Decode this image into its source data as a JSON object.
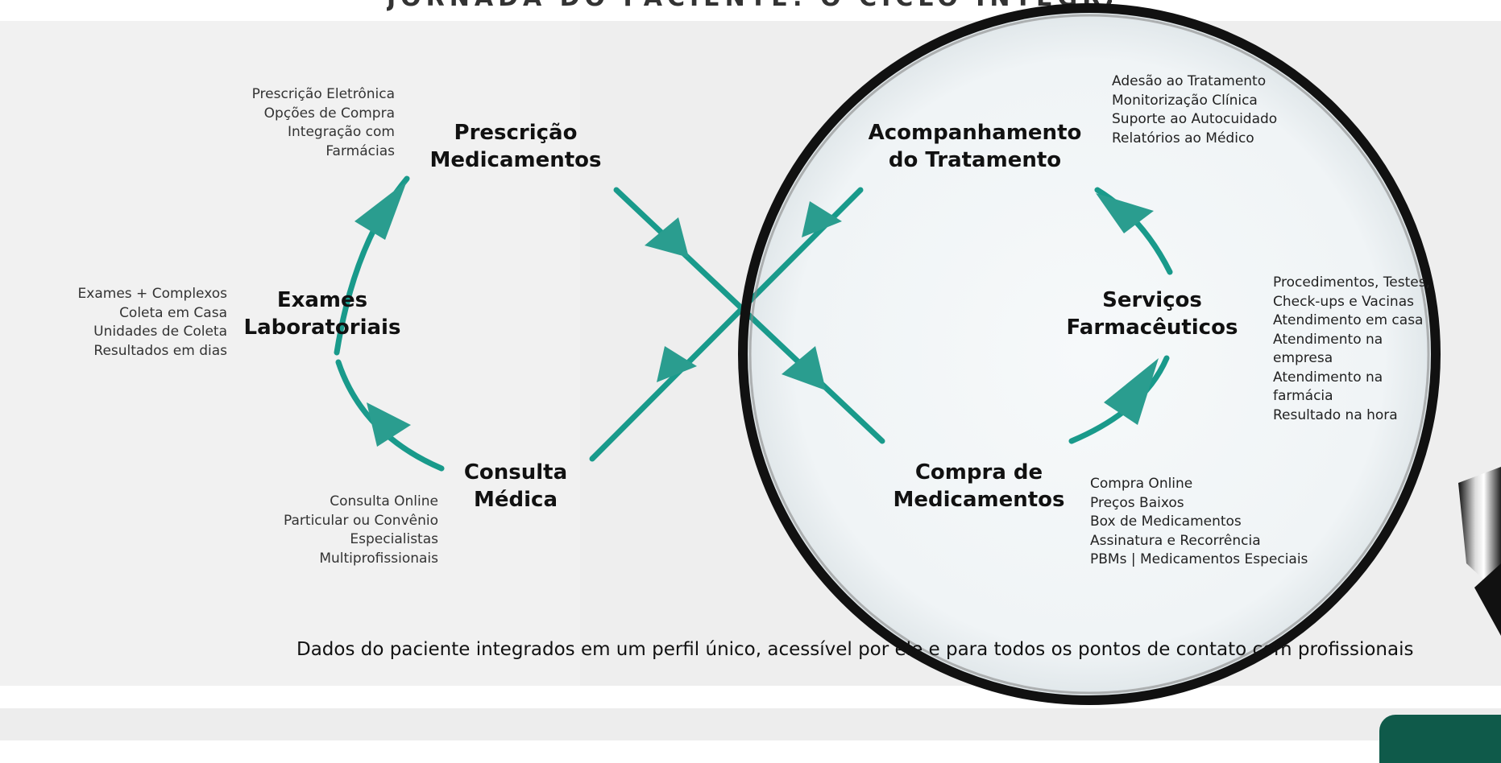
{
  "header": {
    "title": "JORNADA DO PACIENTE: O CICLO INTEGRADO"
  },
  "nodes": {
    "prescricao": {
      "line1": "Prescrição",
      "line2": "Medicamentos"
    },
    "exames": {
      "line1": "Exames",
      "line2": "Laboratoriais"
    },
    "consulta": {
      "line1": "Consulta",
      "line2": "Médica"
    },
    "acompanhamento": {
      "line1": "Acompanhamento",
      "line2": "do Tratamento"
    },
    "servicos": {
      "line1": "Serviços",
      "line2": "Farmacêuticos"
    },
    "compra": {
      "line1": "Compra de",
      "line2": "Medicamentos"
    }
  },
  "lists": {
    "prescricao": [
      "Prescrição Eletrônica",
      "Opções de Compra",
      "Integração com",
      "Farmácias"
    ],
    "exames": [
      "Exames + Complexos",
      "Coleta em Casa",
      "Unidades de Coleta",
      "Resultados em dias"
    ],
    "consulta": [
      "Consulta Online",
      "Particular ou Convênio",
      "Especialistas",
      "Multiprofissionais"
    ],
    "acompanhamento": [
      "Adesão ao Tratamento",
      "Monitorização Clínica",
      "Suporte ao Autocuidado",
      "Relatórios ao Médico"
    ],
    "servicos": [
      "Procedimentos, Testes,",
      "Check-ups e Vacinas",
      "Atendimento em casa",
      "Atendimento na",
      "empresa",
      "Atendimento na",
      "farmácia",
      "Resultado na hora"
    ],
    "compra": [
      "Compra Online",
      "Preços Baixos",
      "Box de Medicamentos",
      "Assinatura e Recorrência",
      "PBMs | Medicamentos Especiais"
    ]
  },
  "footer": {
    "text": "Dados do paciente integrados em um perfil único, acessível por ele e para todos os pontos de contato com profissionais"
  },
  "colors": {
    "arrow": "#199a8b",
    "lens_rim": "#111111",
    "lens_fill": "#f4f7f8",
    "badge": "#0f5a4a"
  }
}
